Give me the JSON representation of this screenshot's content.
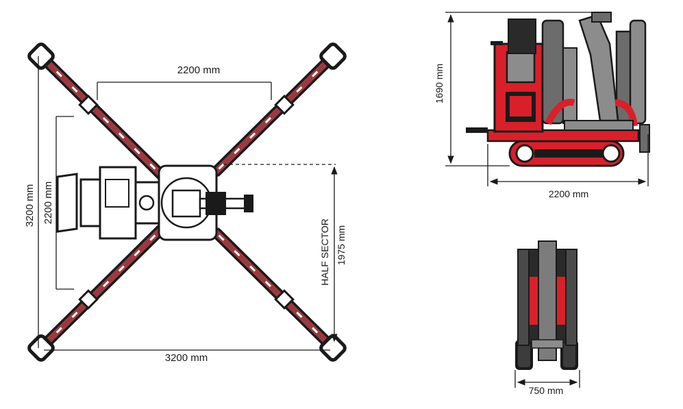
{
  "top_view": {
    "dim_top_width": "2200 mm",
    "dim_left_outer": "3200 mm",
    "dim_left_inner": "2200 mm",
    "dim_bottom": "3200 mm",
    "half_sector_label": "HALF SECTOR",
    "half_sector_value": "1975 mm"
  },
  "side_view": {
    "height": "1690 mm",
    "length": "2200 mm"
  },
  "front_view": {
    "width": "750 mm"
  },
  "colors": {
    "machine_red": "#d8202a",
    "outline": "#1a1a1a",
    "arm_grey": "#8c8c8c"
  }
}
